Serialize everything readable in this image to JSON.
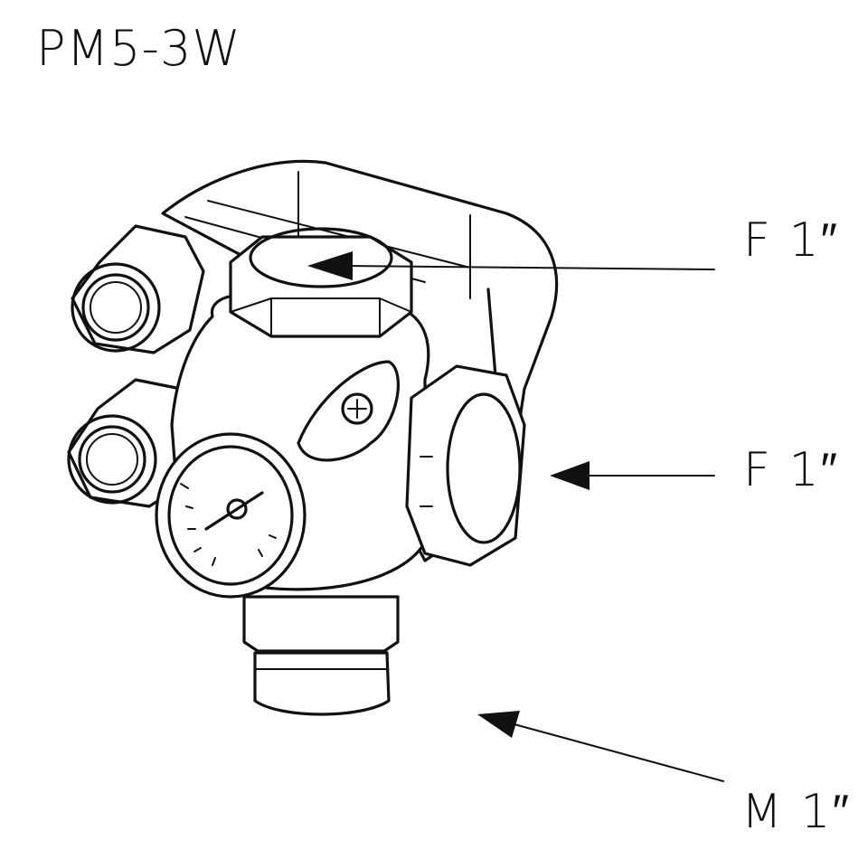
{
  "title": "PM5-3W",
  "callouts": [
    {
      "id": "top",
      "label": "F 1″"
    },
    {
      "id": "right",
      "label": "F 1″"
    },
    {
      "id": "bottom",
      "label": "M 1″"
    }
  ],
  "colors": {
    "line": "#111111",
    "background": "#ffffff"
  }
}
